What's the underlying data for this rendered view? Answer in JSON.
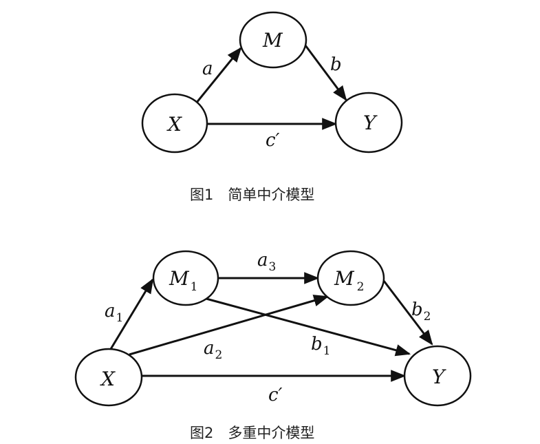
{
  "figure1": {
    "caption": "图1　简单中介模型",
    "nodes": {
      "X": "X",
      "M": "M",
      "Y": "Y"
    },
    "edges": {
      "a": "a",
      "b": "b",
      "c": "c′"
    }
  },
  "figure2": {
    "caption": "图2　多重中介模型",
    "nodes": {
      "X": "X",
      "M1": "M",
      "M1_sub": "1",
      "M2": "M",
      "M2_sub": "2",
      "Y": "Y"
    },
    "edges": {
      "a1": "a",
      "a1_sub": "1",
      "a2": "a",
      "a2_sub": "2",
      "a3": "a",
      "a3_sub": "3",
      "b1": "b",
      "b1_sub": "1",
      "b2": "b",
      "b2_sub": "2",
      "c": "c′"
    }
  }
}
